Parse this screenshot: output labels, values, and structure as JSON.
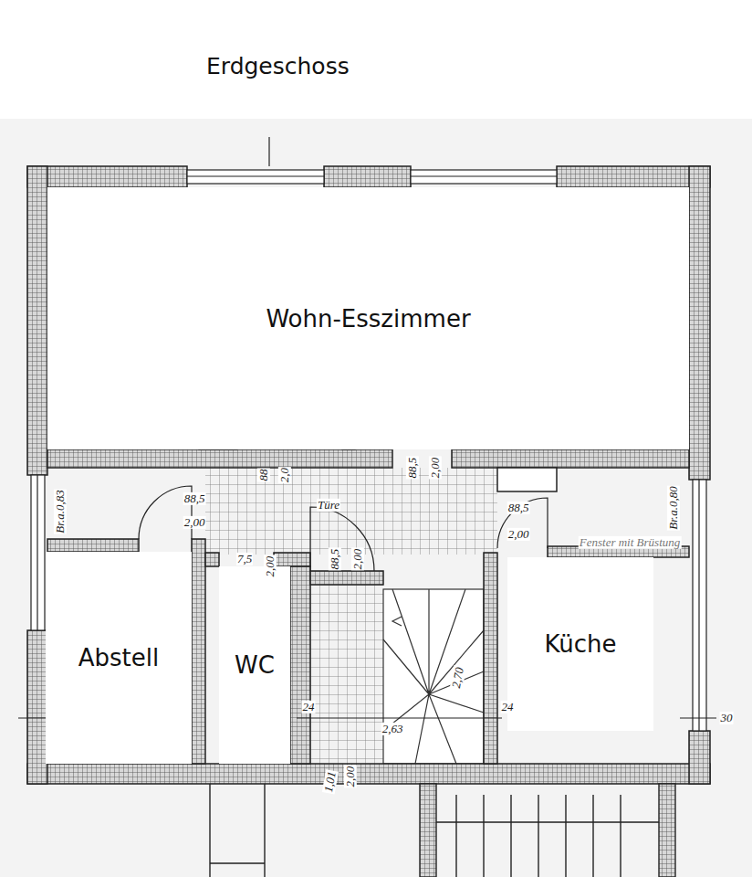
{
  "diagram": {
    "title": "Erdgeschoss",
    "nodes": [
      {
        "text": [
          "Wohn-Esszimmer"
        ]
      },
      {
        "text": [
          "Abstell"
        ]
      },
      {
        "text": [
          "WC"
        ]
      },
      {
        "text": [
          "Küche"
        ]
      }
    ],
    "labels": [
      "Br.a.0,83",
      "Br.a.0,80",
      "88,5",
      "2,00",
      "88",
      "2,0",
      "88,5",
      "2,00",
      "Türe",
      "88,5",
      "2,00",
      "7,5",
      "2,00",
      "88,5",
      "2,00",
      "2,70",
      "2,63",
      "24",
      "24",
      "30",
      "1,01",
      "2,00",
      "Fenster mit Brüstung"
    ]
  }
}
